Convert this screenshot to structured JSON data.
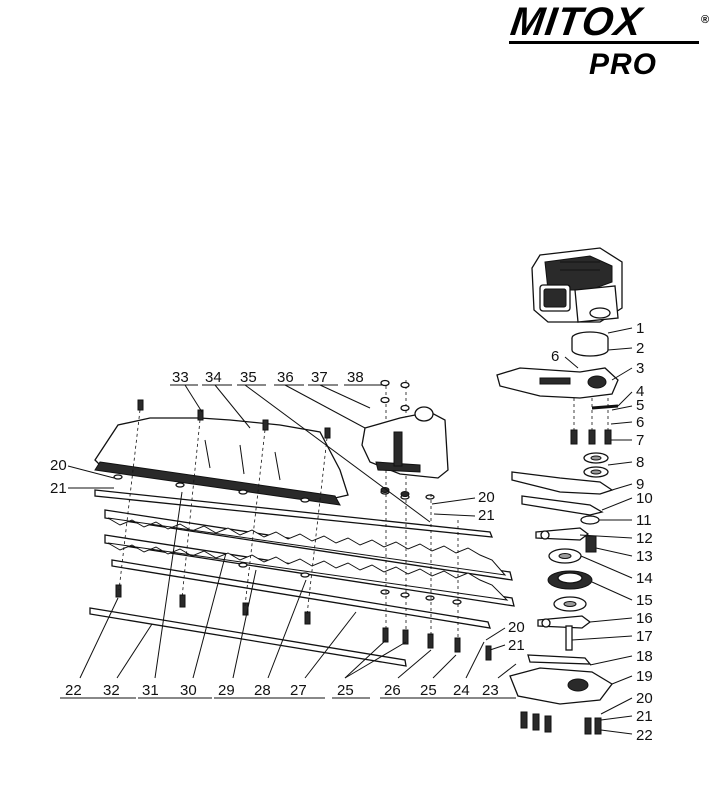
{
  "brand": {
    "name": "MITOX",
    "registered": "®",
    "sub": "PRO"
  },
  "part_labels": [
    "1",
    "2",
    "3",
    "4",
    "5",
    "6",
    "6",
    "7",
    "8",
    "9",
    "10",
    "11",
    "12",
    "13",
    "14",
    "15",
    "16",
    "17",
    "18",
    "19",
    "20",
    "21",
    "22",
    "20",
    "21",
    "20",
    "21",
    "20",
    "21",
    "22",
    "23",
    "24",
    "25",
    "25",
    "26",
    "27",
    "28",
    "29",
    "30",
    "31",
    "32",
    "33",
    "34",
    "35",
    "36",
    "37",
    "38"
  ]
}
